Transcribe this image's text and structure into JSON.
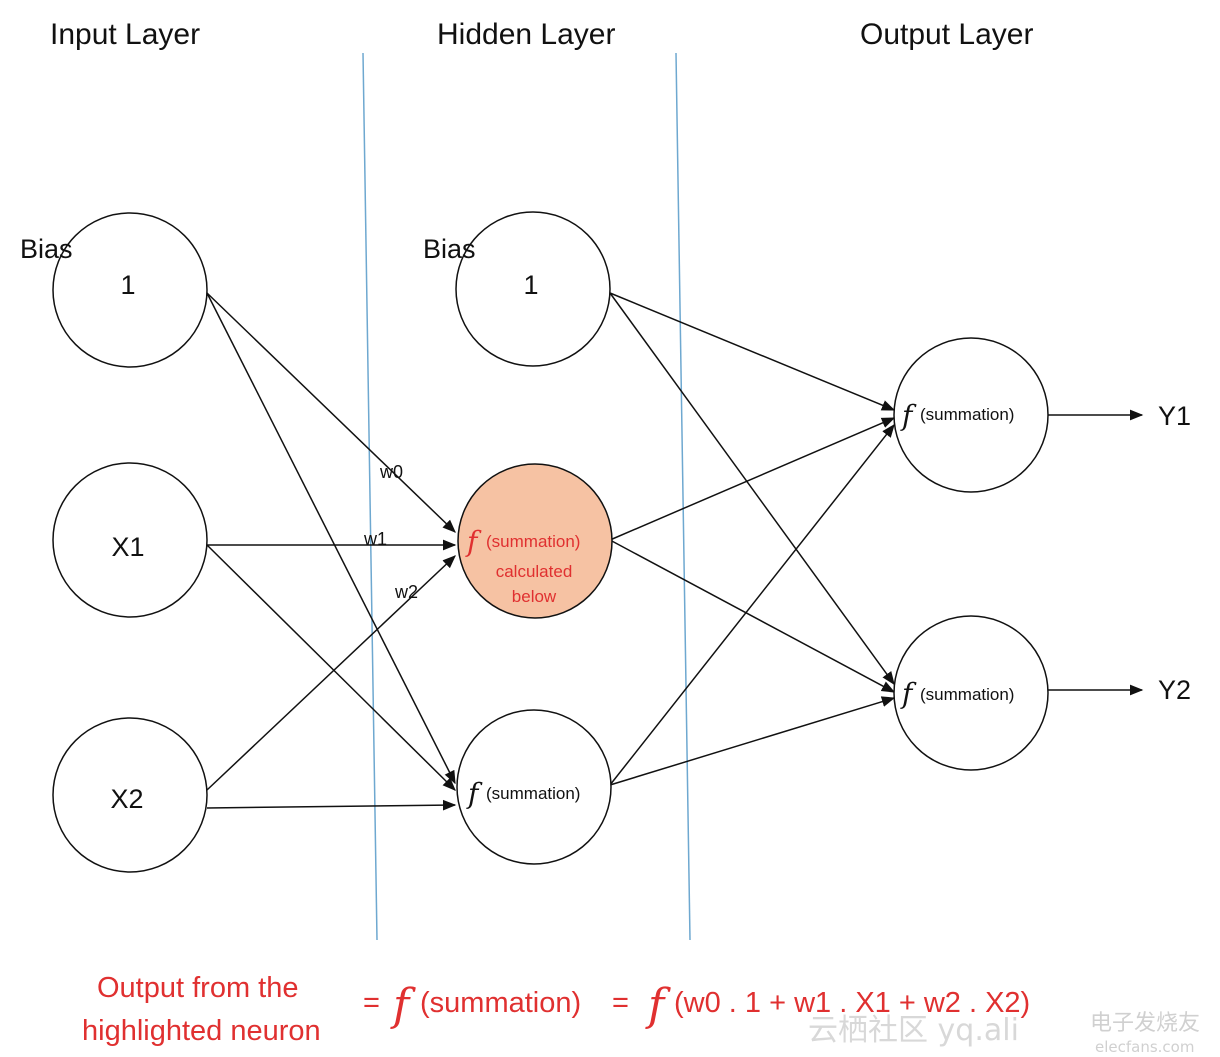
{
  "layers": {
    "input": "Input Layer",
    "hidden": "Hidden Layer",
    "output": "Output Layer"
  },
  "bias_label": "Bias",
  "input_nodes": {
    "bias": "1",
    "x1": "X1",
    "x2": "X2"
  },
  "hidden_nodes": {
    "bias": "1",
    "f_symbol": "f",
    "summation": "(summation)",
    "highlight_line2": "calculated",
    "highlight_line3": "below"
  },
  "weights": {
    "w0": "w0",
    "w1": "w1",
    "w2": "w2"
  },
  "outputs": {
    "y1": "Y1",
    "y2": "Y2"
  },
  "formula": {
    "caption_line1": "Output from the",
    "caption_line2": "highlighted neuron",
    "equals1": "=",
    "f1": "f",
    "middle": "(summation)",
    "equals2": "=",
    "f2": "f",
    "expression": "(w0 . 1 + w1 . X1 + w2 . X2)"
  },
  "watermark": {
    "main": "云栖社区 yq.ali",
    "secondary": "电子发烧友",
    "site": "elecfans.com"
  },
  "colors": {
    "highlight_fill": "#f6c2a3",
    "highlight_text": "#e03030",
    "divider": "#6ea8d0"
  }
}
